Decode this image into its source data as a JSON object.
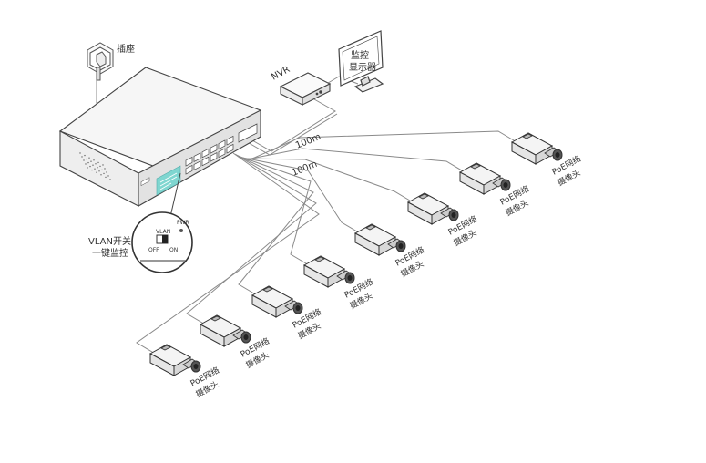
{
  "labels": {
    "outlet": "插座",
    "nvr": "NVR",
    "monitor_line1": "监控",
    "monitor_line2": "显示器",
    "cable_nvr": "100m",
    "cable_switch": "100m",
    "vlan_callout_line1": "VLAN开关",
    "vlan_callout_line2": "一键监控",
    "switch_vlan": "VLAN",
    "switch_off": "OFF",
    "switch_on": "ON",
    "switch_pwr": "PWR"
  },
  "cameras": [
    {
      "line1": "PoE网络",
      "line2": "摄像头"
    },
    {
      "line1": "PoE网络",
      "line2": "摄像头"
    },
    {
      "line1": "PoE网络",
      "line2": "摄像头"
    },
    {
      "line1": "PoE网络",
      "line2": "摄像头"
    },
    {
      "line1": "PoE网络",
      "line2": "摄像头"
    },
    {
      "line1": "PoE网络",
      "line2": "摄像头"
    },
    {
      "line1": "PoE网络",
      "line2": "摄像头"
    },
    {
      "line1": "PoE网络",
      "line2": "摄像头"
    }
  ],
  "colors": {
    "line": "#555555",
    "cable": "#888888",
    "panel_accent": "#7fd6d0",
    "body_fill": "#f4f4f4"
  }
}
